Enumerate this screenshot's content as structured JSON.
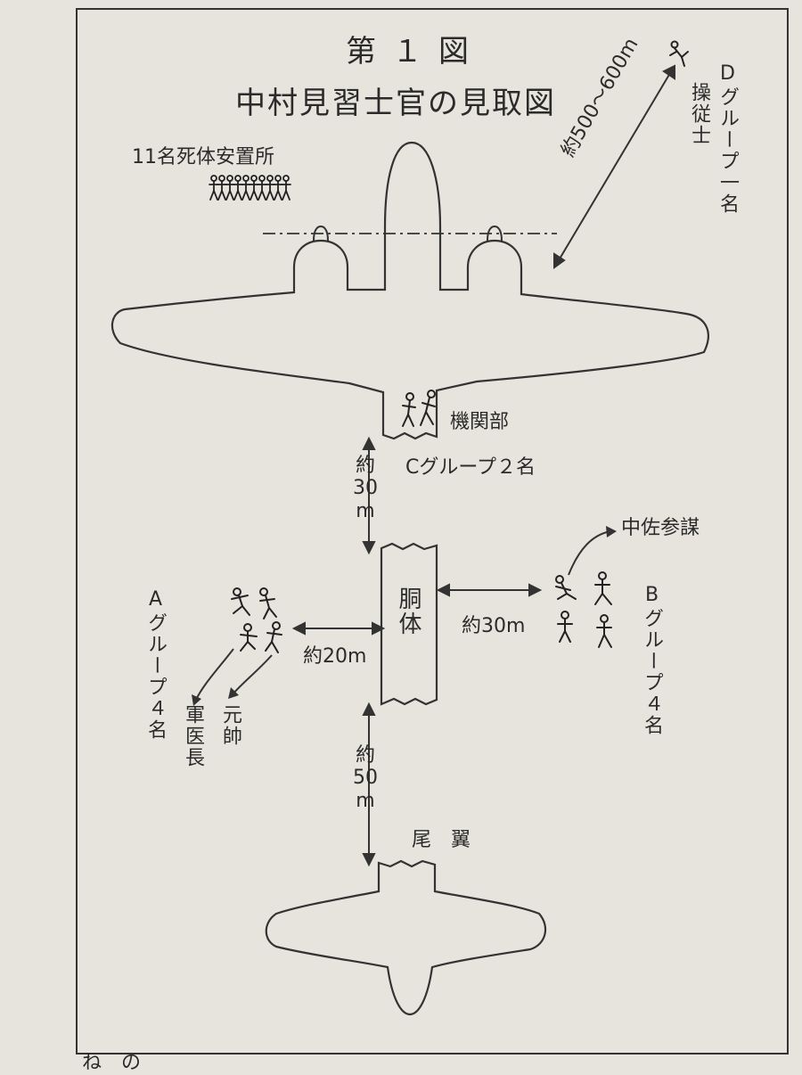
{
  "figure": {
    "number": "第１図",
    "title": "中村見習士官の見取図"
  },
  "labels": {
    "bodies": "11名死体安置所",
    "engine": "機関部",
    "group_c": "Cグループ２名",
    "group_d_name": "Dグループ一名",
    "pilot": "操従士",
    "dist_d": "約500〜600m",
    "dist_30_top": [
      "約",
      "30",
      "m"
    ],
    "colonel": "中佐参謀",
    "fuselage": "胴体",
    "group_a": "Aグループ４名",
    "group_b": "Bグループ４名",
    "dist_20": "約20m",
    "dist_30_side": "約30m",
    "surgeon": "軍医長",
    "marshal": "元帥",
    "dist_50": [
      "約",
      "50",
      "m"
    ],
    "tail": "尾　翼",
    "page_fragment": "ね　の"
  },
  "colors": {
    "paper": "#e7e4dd",
    "ink": "#2b2b2b"
  }
}
